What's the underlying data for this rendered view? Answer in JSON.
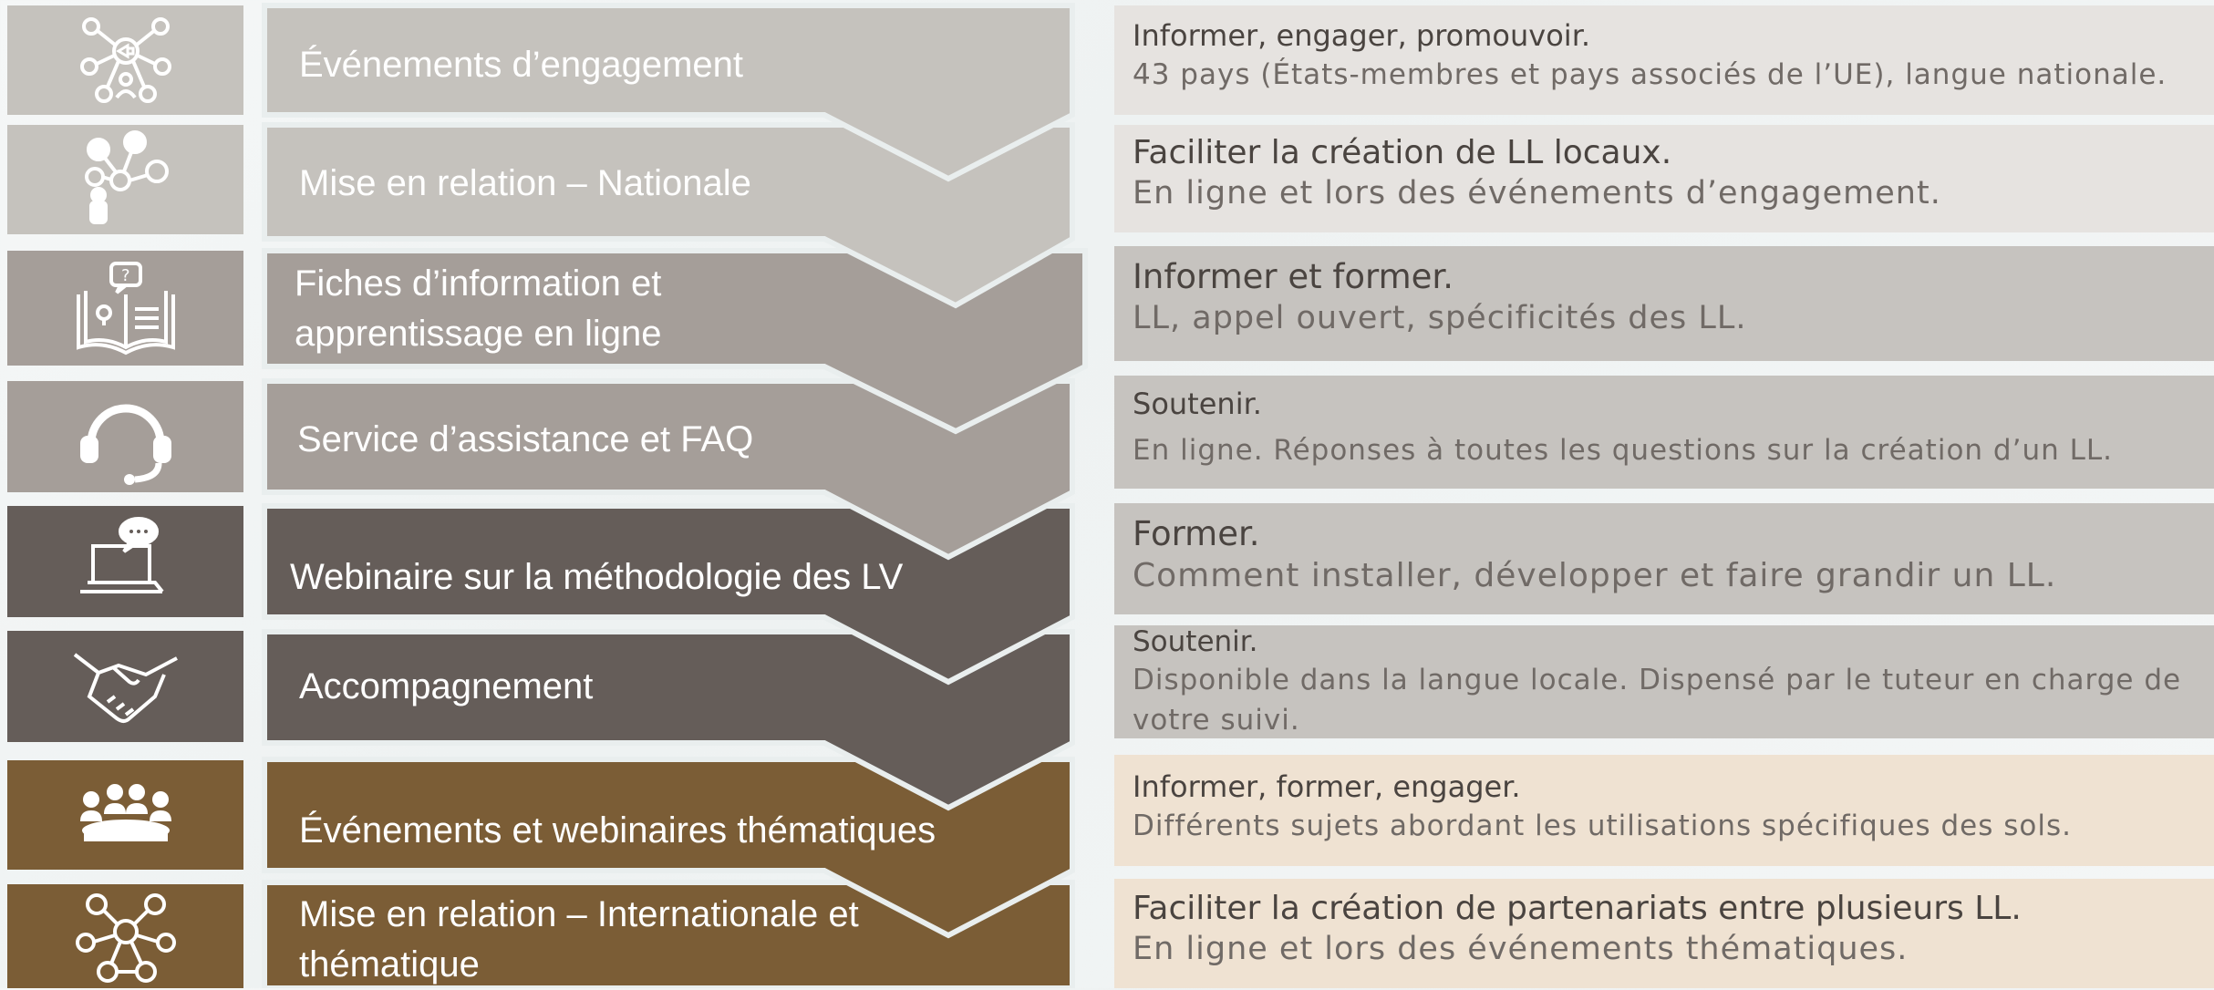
{
  "colors": {
    "row_light": "#c5c2bd",
    "row_mid": "#a59e99",
    "row_dark": "#655d59",
    "row_brown": "#7b5d36",
    "desc_light": "#e6e3e0",
    "desc_mid": "#c6c3bf",
    "desc_tan": "#efe2d2"
  },
  "rows": [
    {
      "icon": "network-megaphone-icon",
      "label": "Événements d’engagement",
      "desc_title": "Informer, engager, promouvoir.",
      "desc_body": "43 pays (États-membres et pays associés de l’UE), langue nationale."
    },
    {
      "icon": "people-network-icon",
      "label": "Mise en relation – Nationale",
      "desc_title": "Faciliter la création de LL locaux.",
      "desc_body": "En ligne et lors des événements d’engagement."
    },
    {
      "icon": "open-book-icon",
      "label": "Fiches d’information et apprentissage en ligne",
      "desc_title": "Informer et former.",
      "desc_body": "LL, appel ouvert, spécificités des LL."
    },
    {
      "icon": "headset-icon",
      "label": "Service d’assistance et FAQ",
      "desc_title": "Soutenir.",
      "desc_body": "En ligne. Réponses à toutes les questions sur la création d’un LL."
    },
    {
      "icon": "laptop-chat-icon",
      "label": "Webinaire sur la méthodologie des LV",
      "desc_title": "Former.",
      "desc_body": "Comment installer, développer et faire grandir un LL."
    },
    {
      "icon": "handshake-icon",
      "label": "Accompagnement",
      "desc_title": "Soutenir.",
      "desc_body": "Disponible dans la langue locale. Dispensé par le tuteur en charge de votre suivi."
    },
    {
      "icon": "meeting-group-icon",
      "label": "Événements et webinaires thématiques",
      "desc_title": "Informer, former, engager.",
      "desc_body": "Différents sujets abordant les utilisations spécifiques des sols."
    },
    {
      "icon": "molecule-network-icon",
      "label": "Mise en relation – Internationale et thématique",
      "desc_title": "Faciliter la création de partenariats entre plusieurs LL.",
      "desc_body": "En ligne et lors des événements thématiques."
    }
  ]
}
